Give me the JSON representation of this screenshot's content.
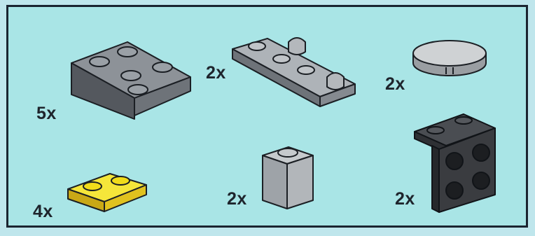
{
  "parts": [
    {
      "id": "slope-inverted-2x2",
      "quantity": "5x",
      "color": "#6e7379"
    },
    {
      "id": "plate-2x4-with-clips",
      "quantity": "2x",
      "color": "#8d9298"
    },
    {
      "id": "round-tile-2x2",
      "quantity": "2x",
      "color": "#b7babd"
    },
    {
      "id": "plate-1x2",
      "quantity": "4x",
      "color": "#f1dc1a"
    },
    {
      "id": "brick-1x1",
      "quantity": "2x",
      "color": "#9ea3a8"
    },
    {
      "id": "bracket-1x2-2x2",
      "quantity": "2x",
      "color": "#3a3c40"
    }
  ],
  "background_color": "#a9e5e6",
  "outline_color": "#1b2430"
}
